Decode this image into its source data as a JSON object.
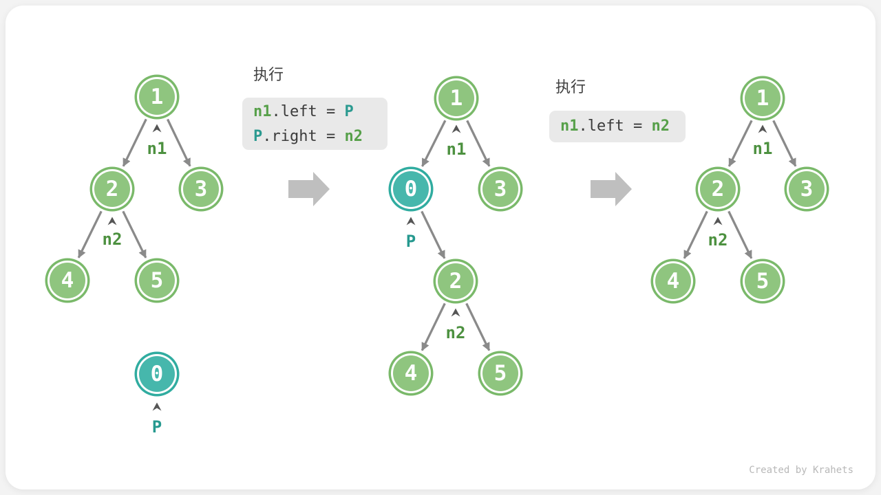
{
  "panels": {
    "p1": {
      "heading": "执行",
      "lines": [
        [
          {
            "t": "n1",
            "c": "green"
          },
          {
            "t": ".left = ",
            "c": "plain"
          },
          {
            "t": "P",
            "c": "teal"
          }
        ],
        [
          {
            "t": "P",
            "c": "teal"
          },
          {
            "t": ".right = ",
            "c": "plain"
          },
          {
            "t": "n2",
            "c": "green"
          }
        ]
      ]
    },
    "p2": {
      "heading": "执行",
      "lines": [
        [
          {
            "t": "n1",
            "c": "green"
          },
          {
            "t": ".left = ",
            "c": "plain"
          },
          {
            "t": "n2",
            "c": "green"
          }
        ]
      ]
    }
  },
  "trees": {
    "left": {
      "nodes": {
        "root": "1",
        "l": "2",
        "r": "3",
        "ll": "4",
        "lr": "5",
        "p": "0"
      },
      "labels": {
        "n1": "n1",
        "n2": "n2",
        "p": "P"
      }
    },
    "middle": {
      "nodes": {
        "root": "1",
        "l": "0",
        "r": "3",
        "lr": "2",
        "lrl": "4",
        "lrr": "5"
      },
      "labels": {
        "n1": "n1",
        "p": "P",
        "n2": "n2"
      }
    },
    "right": {
      "nodes": {
        "root": "1",
        "l": "2",
        "r": "3",
        "ll": "4",
        "lr": "5"
      },
      "labels": {
        "n1": "n1",
        "n2": "n2"
      }
    }
  },
  "watermark": {
    "text": "Created by Krahets"
  },
  "colors": {
    "node_green": "#8fc57f",
    "ring_green": "#7ab96a",
    "node_teal": "#46b7ac",
    "ring_teal": "#30aca0",
    "accent_green": "#4d9140",
    "accent_teal": "#26998f",
    "code_green": "#57a04a",
    "code_teal": "#2b9a90",
    "edge_gray": "#8a8a8a",
    "big_arrow_gray": "#bfbfbf"
  }
}
